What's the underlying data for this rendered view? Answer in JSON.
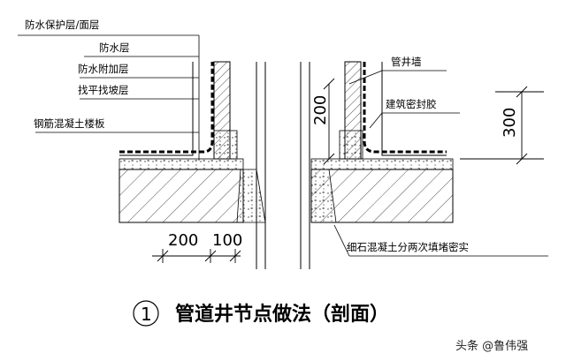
{
  "layers": [
    "防水保护层/面层",
    "防水层",
    "防水附加层",
    "找平找坡层",
    "钢筋混凝土楼板"
  ],
  "right_labels": {
    "shaft_wall": "管井墙",
    "sealant": "建筑密封胶",
    "fill": "细石混凝土分两次填堵密实"
  },
  "dimensions": {
    "upturn_height": "200",
    "right_height": "300",
    "bottom_left": "200",
    "bottom_right": "100"
  },
  "caption": {
    "number": "1",
    "title": "管道井节点做法（剖面）"
  },
  "watermark": "头条 @鲁伟强"
}
